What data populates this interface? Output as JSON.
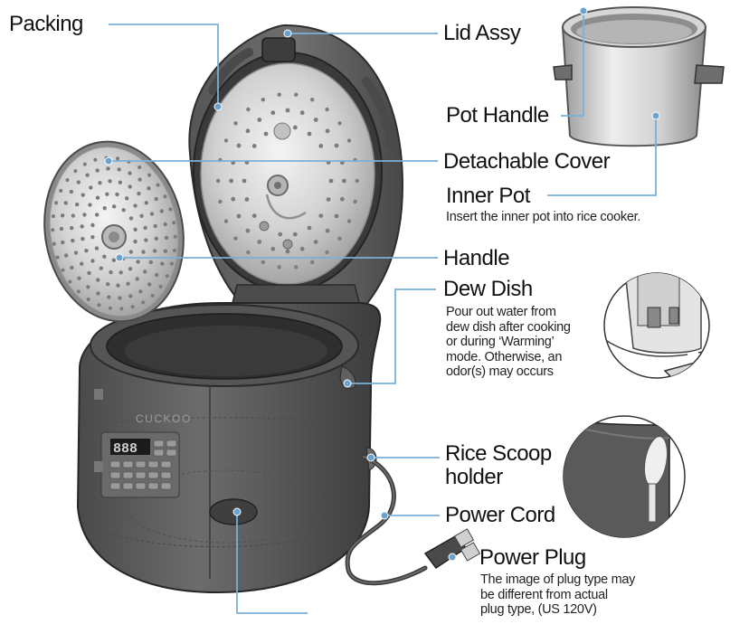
{
  "labels": {
    "packing": "Packing",
    "lid_assy": "Lid Assy",
    "pot_handle": "Pot Handle",
    "detachable_cover": "Detachable Cover",
    "inner_pot": "Inner Pot",
    "inner_pot_note": "Insert the inner pot into rice cooker.",
    "handle": "Handle",
    "dew_dish": "Dew Dish",
    "dew_dish_note": [
      "Pour out water from",
      "dew dish after cooking",
      "or during ‘Warming’",
      "mode. Otherwise, an",
      "odor(s) may occurs"
    ],
    "rice_scoop_holder": [
      "Rice Scoop",
      "holder"
    ],
    "power_cord": "Power Cord",
    "power_plug": "Power Plug",
    "power_plug_note": [
      "The image of plug type may",
      "be different from actual",
      "plug type,  (US 120V)"
    ]
  },
  "brand": "CUCKOO",
  "display_digits": "888",
  "colors": {
    "leader_line": "#7ab1d6",
    "leader_dot": "#6aa3d0",
    "body": "#5a5a5a",
    "body_dark": "#3f3f3f",
    "steel": "#d4d4d4",
    "text": "#111111"
  },
  "icons": [
    "packing-ring",
    "lid-hinge",
    "pressure-valve",
    "control-panel",
    "dew-dish",
    "rice-scoop",
    "power-plug"
  ]
}
